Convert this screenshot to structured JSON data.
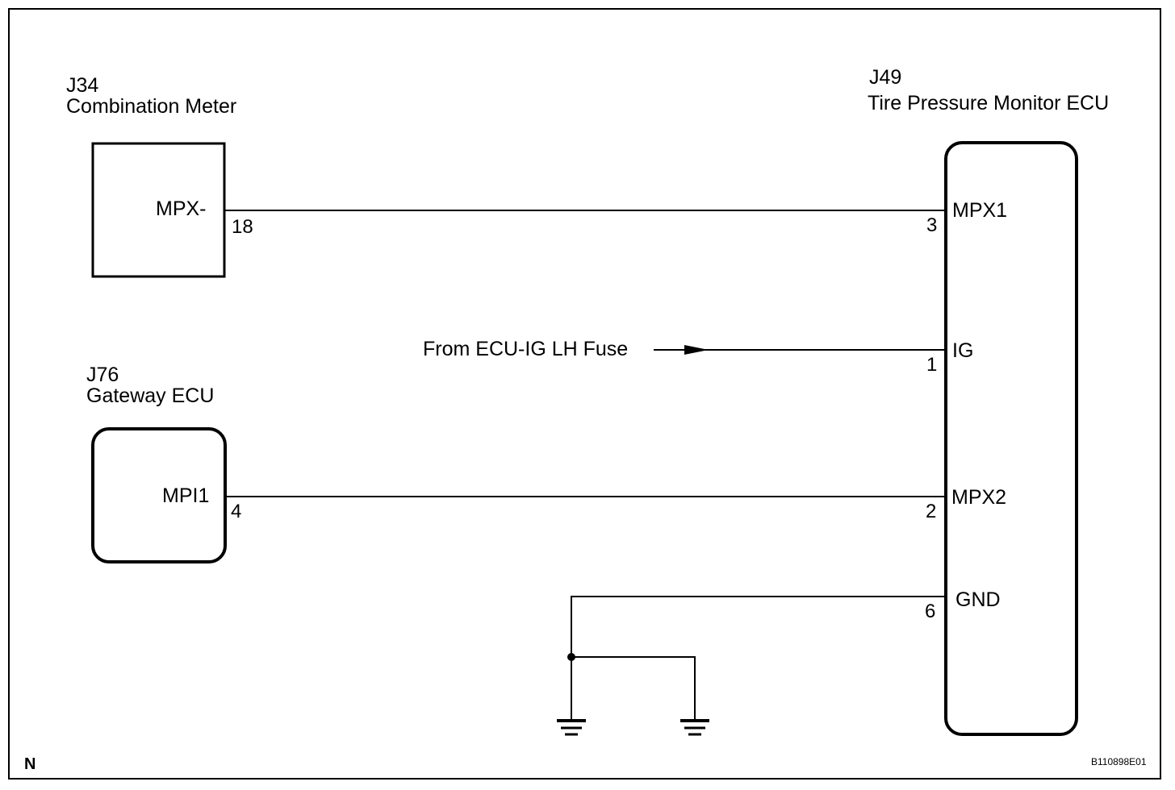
{
  "components": {
    "combination_meter": {
      "code": "J34",
      "name": "Combination Meter",
      "terminal": "MPX-",
      "pin": "18"
    },
    "gateway_ecu": {
      "code": "J76",
      "name": "Gateway ECU",
      "terminal": "MPI1",
      "pin": "4"
    },
    "tpms_ecu": {
      "code": "J49",
      "name": "Tire Pressure Monitor ECU",
      "terminals": [
        {
          "name": "MPX1",
          "pin": "3"
        },
        {
          "name": "IG",
          "pin": "1"
        },
        {
          "name": "MPX2",
          "pin": "2"
        },
        {
          "name": "GND",
          "pin": "6"
        }
      ]
    }
  },
  "fuse_source": "From ECU-IG LH Fuse",
  "corner_left": "N",
  "diagram_id": "B110898E01",
  "colors": {
    "line": "#000000",
    "background": "#ffffff"
  }
}
